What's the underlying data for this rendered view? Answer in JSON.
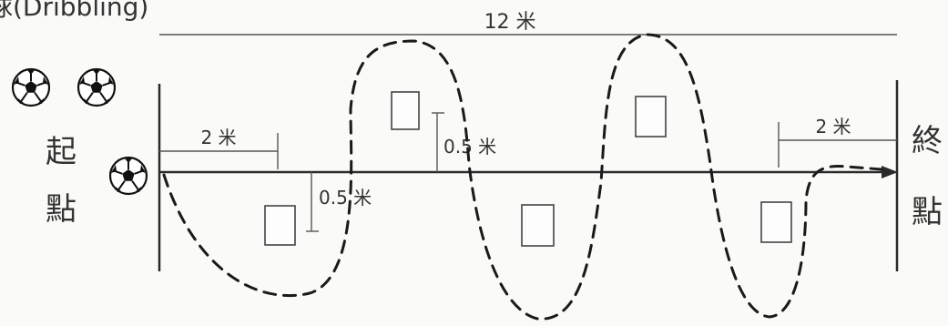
{
  "title": "球(Dribbling)",
  "total_distance": "12 米",
  "start_gap": "2 米",
  "end_gap": "2 米",
  "offset_upper": "0.5 米",
  "offset_lower": "0.5 米",
  "start_label": [
    "起",
    "點"
  ],
  "end_label": [
    "終",
    "點"
  ],
  "ball_icon": "soccer-ball-icon",
  "cone_icon": "square-marker-icon",
  "colors": {
    "line": "#2a2a2a",
    "text": "#333333"
  }
}
